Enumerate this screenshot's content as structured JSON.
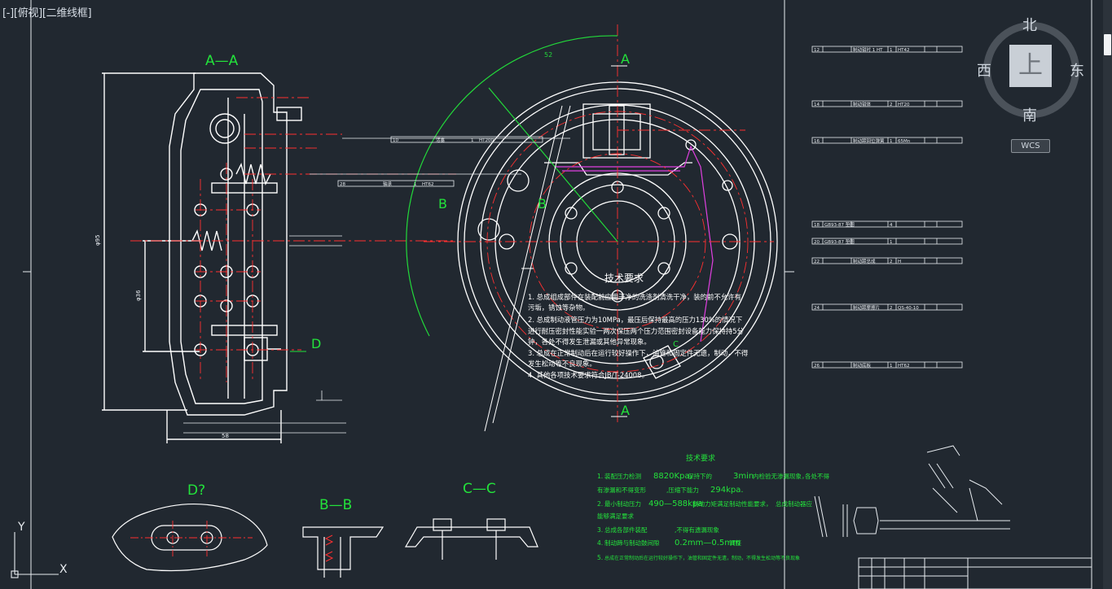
{
  "viewport": {
    "label": "[-][俯视][二维线框]"
  },
  "viewcube": {
    "north": "北",
    "south": "南",
    "west": "西",
    "east": "东",
    "face": "上",
    "wcs": "WCS"
  },
  "ucs": {
    "x": "X",
    "y": "Y"
  },
  "drawing": {
    "section_aa": "A—A",
    "section_bb": "B—B",
    "section_cc": "C—C",
    "view_d": "D?",
    "marker_a_top": "A",
    "marker_a_bottom": "A",
    "marker_b_left": "B",
    "marker_b_right": "B",
    "marker_c": "C",
    "marker_d": "D",
    "dim_overall": "φ95",
    "dim_inner": "φ36",
    "dim_width": "58",
    "dim_angle": "52",
    "tech_req_title_white": "技术要求",
    "tech_req_white": [
      "1. 总成组成部件在装配前应用干净的洗涤剂清洗干净，装的前不允许有",
      "污垢，锈蚀等杂物。",
      "2. 总成制动液管压力为10MPa，最压后保持最高的压力130%的情况下",
      "进行耐压密封性能实验一两次保压两个压力范围密封设备能力保持持5分",
      "钟，各处不得发生泄漏或其他异常现象。",
      "3. 总成在正常制动后在运行较好操作下，油管和固定件无遗，制动，不得",
      "发生松动等不良现象。",
      "4. 其他各项技术要求符合JB/T-24008。"
    ],
    "tech_req_title_green": "技术要求",
    "tech_req_green": [
      {
        "n": "1.",
        "a": "装配压力检测",
        "b": "8820Kpa,",
        "c": "保持下的",
        "d": "3min",
        "e": "内检验无渗漏现象，",
        "f": "各处不得"
      },
      {
        "n": "",
        "a": "有渗漏和不得变形",
        "b": "",
        "c": ",压缩下能力",
        "d": "294kpa.",
        "e": "",
        "f": ""
      },
      {
        "n": "2.",
        "a": "最小制动压力",
        "b": "490—588kpa",
        "c": "制动力矩满足制动性能要求，",
        "d": "",
        "e": "总成制动器应",
        "f": ""
      },
      {
        "n": "",
        "a": "能够满足要求",
        "b": "",
        "c": "",
        "d": "",
        "e": "",
        "f": ""
      },
      {
        "n": "3.",
        "a": "总成各部件装配",
        "b": "",
        "c": ",不得有遗漏现象",
        "d": "",
        "e": "",
        "f": ""
      },
      {
        "n": "4.",
        "a": "制动蹄与制动鼓间隙",
        "b": "",
        "c": "0.2mm—0.5mm",
        "d": "调整",
        "e": "",
        "f": ""
      },
      {
        "n": "5.",
        "a": "总成在正常制动后在运行较好操作下，油管和固定件无遗，制动，不得发生松动等不良现象",
        "b": "",
        "c": "",
        "d": "",
        "e": "",
        "f": ""
      }
    ],
    "callouts": [
      {
        "id": "12",
        "text": "制动钳衬 1 HT",
        "qty": "1",
        "mat": "HT42"
      },
      {
        "id": "14",
        "text": "制动钳体",
        "qty": "2",
        "mat": "HT20"
      },
      {
        "id": "16",
        "text": "制动蹄回位弹簧",
        "qty": "1",
        "mat": "65Mn"
      },
      {
        "id": "18",
        "text": "GB93-87 垫圈",
        "qty": "4",
        "mat": ""
      },
      {
        "id": "20",
        "text": "GB93-87 垫圈",
        "qty": "1",
        "mat": ""
      },
      {
        "id": "22",
        "text": "制动蹄总成",
        "qty": "2",
        "mat": "H"
      },
      {
        "id": "24",
        "text": "制动蹄摩擦片",
        "qty": "2",
        "mat": "QS-40-10"
      },
      {
        "id": "26",
        "text": "制动底板",
        "qty": "1",
        "mat": "HT62"
      },
      {
        "id": "10",
        "text": "活塞",
        "qty": "1",
        "mat": "HT200"
      },
      {
        "id": "28",
        "text": "轴承",
        "qty": "1",
        "mat": "HT62"
      }
    ]
  }
}
